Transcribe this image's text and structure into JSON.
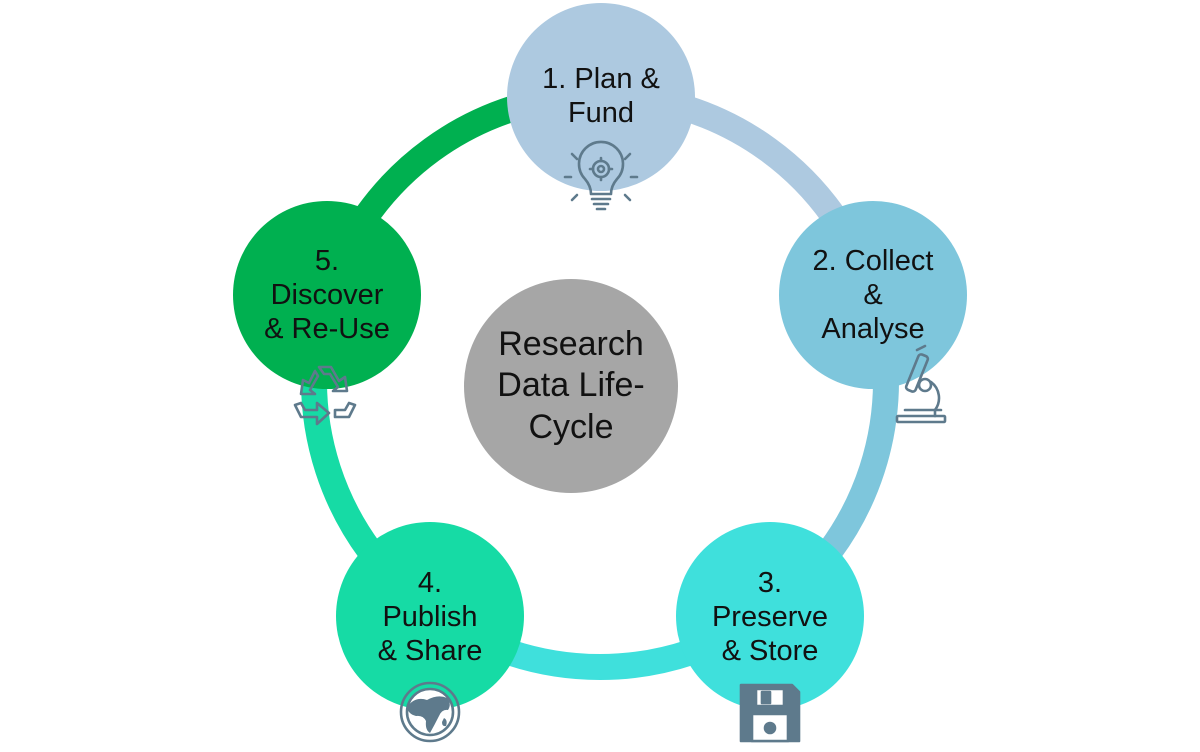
{
  "center": {
    "lines": [
      "Research",
      "Data Life-",
      "Cycle"
    ],
    "color": "#a6a6a6"
  },
  "stages": [
    {
      "id": "plan-fund",
      "lines": [
        "1. Plan &",
        "Fund"
      ],
      "color": "#adc9e0",
      "icon": "lightbulb-gear-icon"
    },
    {
      "id": "collect-analyse",
      "lines": [
        "2. Collect",
        "&",
        "Analyse"
      ],
      "color": "#7ec6dc",
      "icon": "microscope-icon"
    },
    {
      "id": "preserve-store",
      "lines": [
        "3.",
        "Preserve",
        "& Store"
      ],
      "color": "#3fe0dc",
      "icon": "floppy-disk-icon"
    },
    {
      "id": "publish-share",
      "lines": [
        "4.",
        "Publish",
        "& Share"
      ],
      "color": "#16dba5",
      "icon": "globe-icon"
    },
    {
      "id": "discover-reuse",
      "lines": [
        "5.",
        "Discover",
        "& Re-Use"
      ],
      "color": "#00b050",
      "icon": "recycle-icon"
    }
  ],
  "connectors": [
    {
      "from": "plan-fund",
      "to": "collect-analyse",
      "color": "#adc9e0"
    },
    {
      "from": "collect-analyse",
      "to": "preserve-store",
      "color": "#7ec6dc"
    },
    {
      "from": "preserve-store",
      "to": "publish-share",
      "color": "#3fe0dc"
    },
    {
      "from": "publish-share",
      "to": "discover-reuse",
      "color": "#16dba5"
    },
    {
      "from": "discover-reuse",
      "to": "plan-fund",
      "color": "#00b050"
    }
  ],
  "icon_color": "#5e7a8c"
}
